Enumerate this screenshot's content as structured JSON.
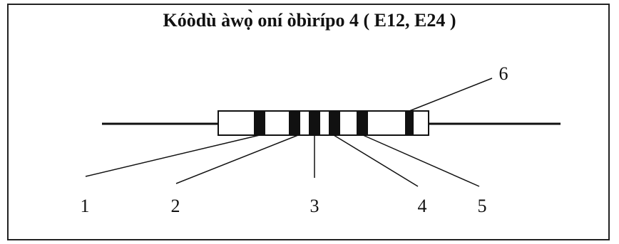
{
  "title": "Kóòdù àwọ̀ oní òbìrípo 4 ( E12, E24 )",
  "colors": {
    "line": "#111111",
    "band": "#111111",
    "body_fill": "#ffffff",
    "frame": "#222222"
  },
  "resistor": {
    "band_count": 6,
    "leads": [
      "left-lead",
      "right-lead"
    ]
  },
  "callouts": [
    {
      "label": "1",
      "target": "band-1"
    },
    {
      "label": "2",
      "target": "band-2"
    },
    {
      "label": "3",
      "target": "band-3"
    },
    {
      "label": "4",
      "target": "band-4"
    },
    {
      "label": "5",
      "target": "band-5"
    },
    {
      "label": "6",
      "target": "band-6"
    }
  ]
}
